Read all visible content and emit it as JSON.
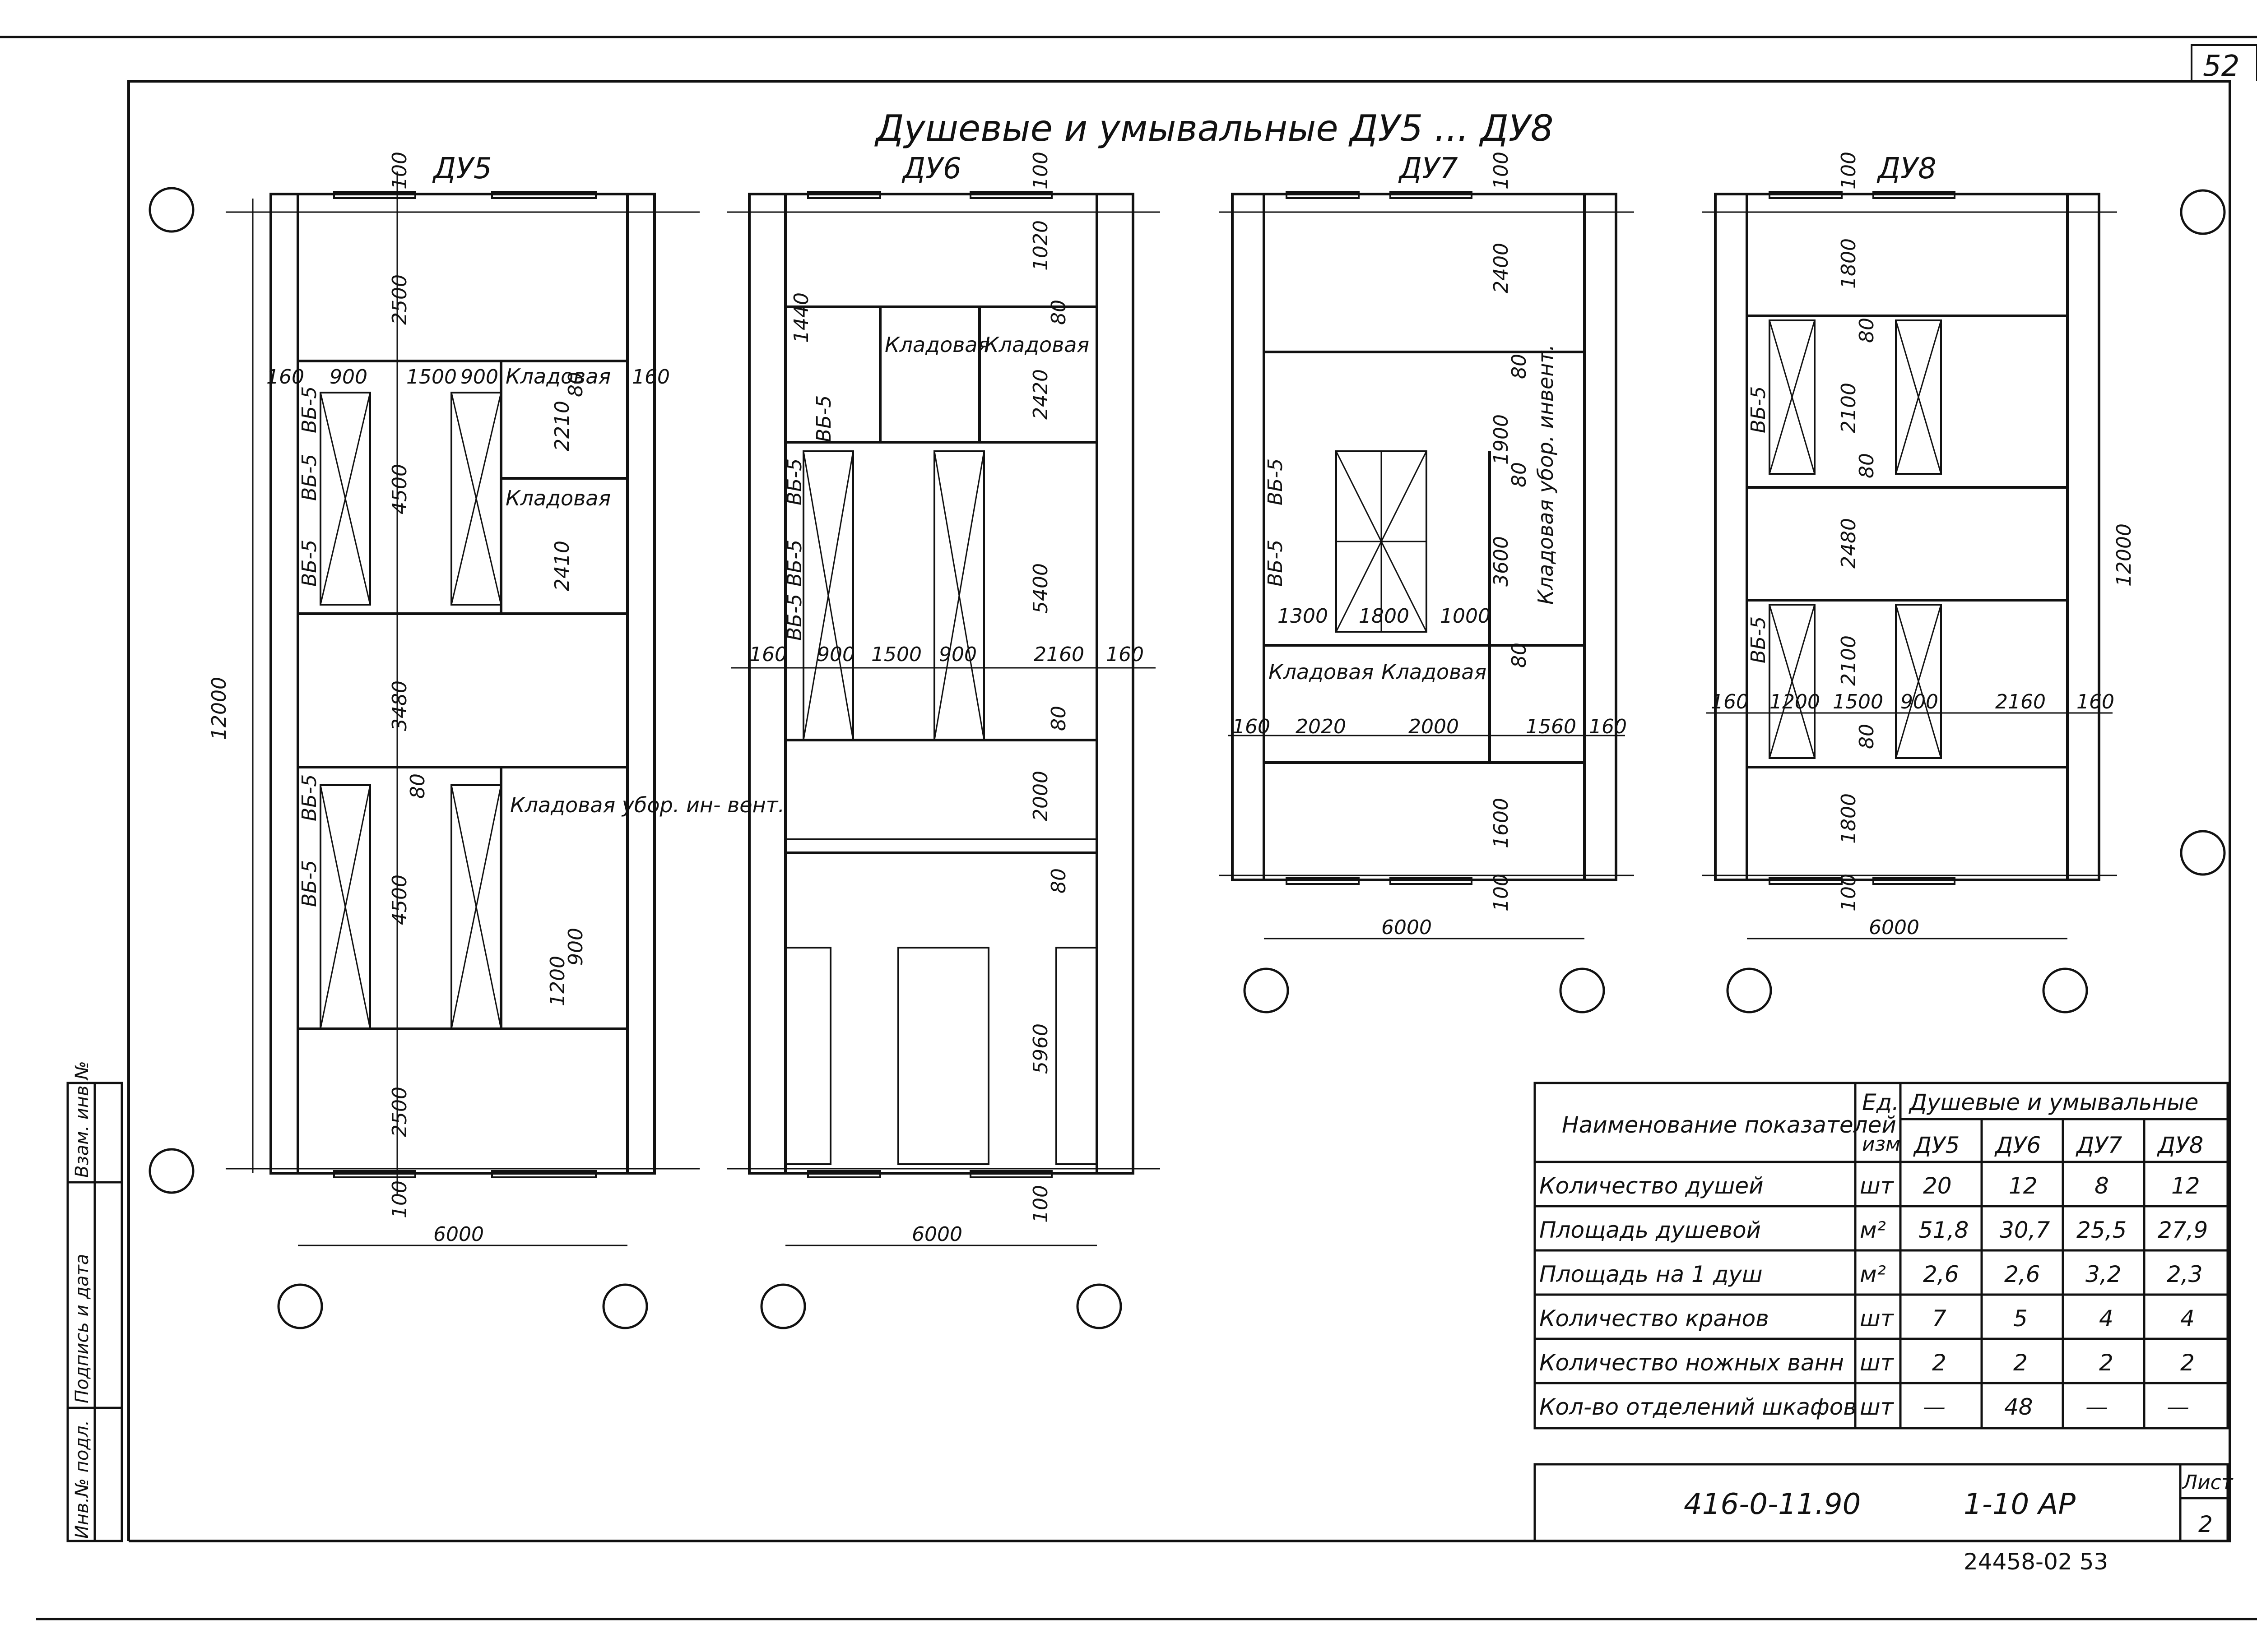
{
  "sheet": {
    "page_number_top": "52",
    "main_title": "Душевые и умывальные ДУ5 ... ДУ8",
    "bottom_stamp": "24458-02 53"
  },
  "plans": {
    "du5": {
      "name": "ДУ5",
      "dims": [
        "2500",
        "900",
        "1500",
        "900",
        "160",
        "160",
        "4500",
        "2210",
        "2410",
        "3480",
        "4500",
        "1200",
        "2500",
        "100",
        "100",
        "6000",
        "12000",
        "80",
        "900",
        "80"
      ],
      "rooms": [
        "Кладовая",
        "Кладовая",
        "Кладовая убор. ин- вент."
      ],
      "shower_codes": [
        "ВБ-5",
        "ВБ-5",
        "ВБ-5",
        "ВБ-5",
        "ВБ-5"
      ]
    },
    "du6": {
      "name": "ДУ6",
      "dims": [
        "100",
        "1020",
        "1440",
        "2420",
        "5400",
        "160",
        "900",
        "1500",
        "900",
        "2160",
        "160",
        "2000",
        "5960",
        "100",
        "6000",
        "80",
        "80",
        "80"
      ],
      "rooms": [
        "Кладовая",
        "Кладовая"
      ],
      "shower_codes": [
        "ВБ-5",
        "ВБ-5",
        "ВБ-5",
        "ВБ-5"
      ]
    },
    "du7": {
      "name": "ДУ7",
      "dims": [
        "100",
        "2400",
        "1900",
        "3600",
        "1300",
        "1800",
        "1000",
        "160",
        "2020",
        "2000",
        "1560",
        "160",
        "1600",
        "100",
        "6000",
        "80",
        "80",
        "80"
      ],
      "rooms": [
        "Кладовая",
        "Кладовая",
        "Кладовая убор. инвент."
      ],
      "shower_codes": [
        "ВБ-5",
        "ВБ-5"
      ]
    },
    "du8": {
      "name": "ДУ8",
      "dims": [
        "100",
        "1800",
        "2100",
        "2480",
        "2100",
        "160",
        "1200",
        "1500",
        "900",
        "2160",
        "160",
        "1800",
        "100",
        "12000",
        "6000",
        "80",
        "80",
        "80"
      ],
      "rooms": [],
      "shower_codes": [
        "ВБ-5",
        "ВБ-5"
      ]
    }
  },
  "side_stamp": [
    "Инв.№ подл.",
    "Подпись и дата",
    "Взам. инв.№"
  ],
  "table": {
    "header_name": "Наименование показателей",
    "header_unit_top": "Ед.",
    "header_unit_bottom": "изм",
    "header_group": "Душевые и умывальные",
    "columns": [
      "ДУ5",
      "ДУ6",
      "ДУ7",
      "ДУ8"
    ],
    "rows": [
      {
        "name": "Количество душей",
        "unit": "шт",
        "values": [
          "20",
          "12",
          "8",
          "12"
        ]
      },
      {
        "name": "Площадь душевой",
        "unit": "м²",
        "values": [
          "51,8",
          "30,7",
          "25,5",
          "27,9"
        ]
      },
      {
        "name": "Площадь на 1 душ",
        "unit": "м²",
        "values": [
          "2,6",
          "2,6",
          "3,2",
          "2,3"
        ]
      },
      {
        "name": "Количество кранов",
        "unit": "шт",
        "values": [
          "7",
          "5",
          "4",
          "4"
        ]
      },
      {
        "name": "Количество ножных ванн",
        "unit": "шт",
        "values": [
          "2",
          "2",
          "2",
          "2"
        ]
      },
      {
        "name": "Кол-во отделений шкафов",
        "unit": "шт",
        "values": [
          "—",
          "48",
          "—",
          "—"
        ]
      }
    ]
  },
  "title_block": {
    "code": "416-0-11.90",
    "section": "1-10 АР",
    "sheet_label": "Лист",
    "sheet_no": "2"
  }
}
